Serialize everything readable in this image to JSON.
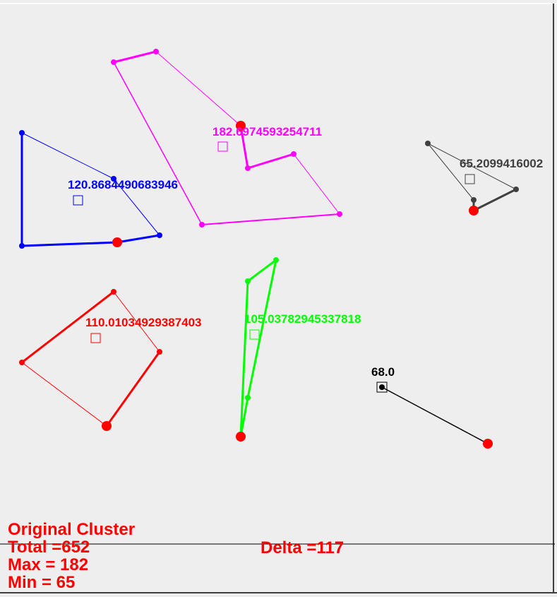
{
  "summary": {
    "title": "Original Cluster",
    "total": "Total =652",
    "max": "Max = 182",
    "min": "Min = 65",
    "delta": "Delta =117",
    "color": "#ff0000"
  },
  "clusters": [
    {
      "id": "magenta",
      "color": "#ff00ff",
      "label": "182.6974593254711"
    },
    {
      "id": "blue",
      "color": "#0000ff",
      "label": "120.8684490683946"
    },
    {
      "id": "gray",
      "color": "#404040",
      "label": "65.2099416002"
    },
    {
      "id": "red",
      "color": "#ff0000",
      "label": "110.01034929387403"
    },
    {
      "id": "green",
      "color": "#00ff00",
      "label": "105.03782945337818"
    },
    {
      "id": "black",
      "color": "#000000",
      "label": "68.0"
    }
  ]
}
